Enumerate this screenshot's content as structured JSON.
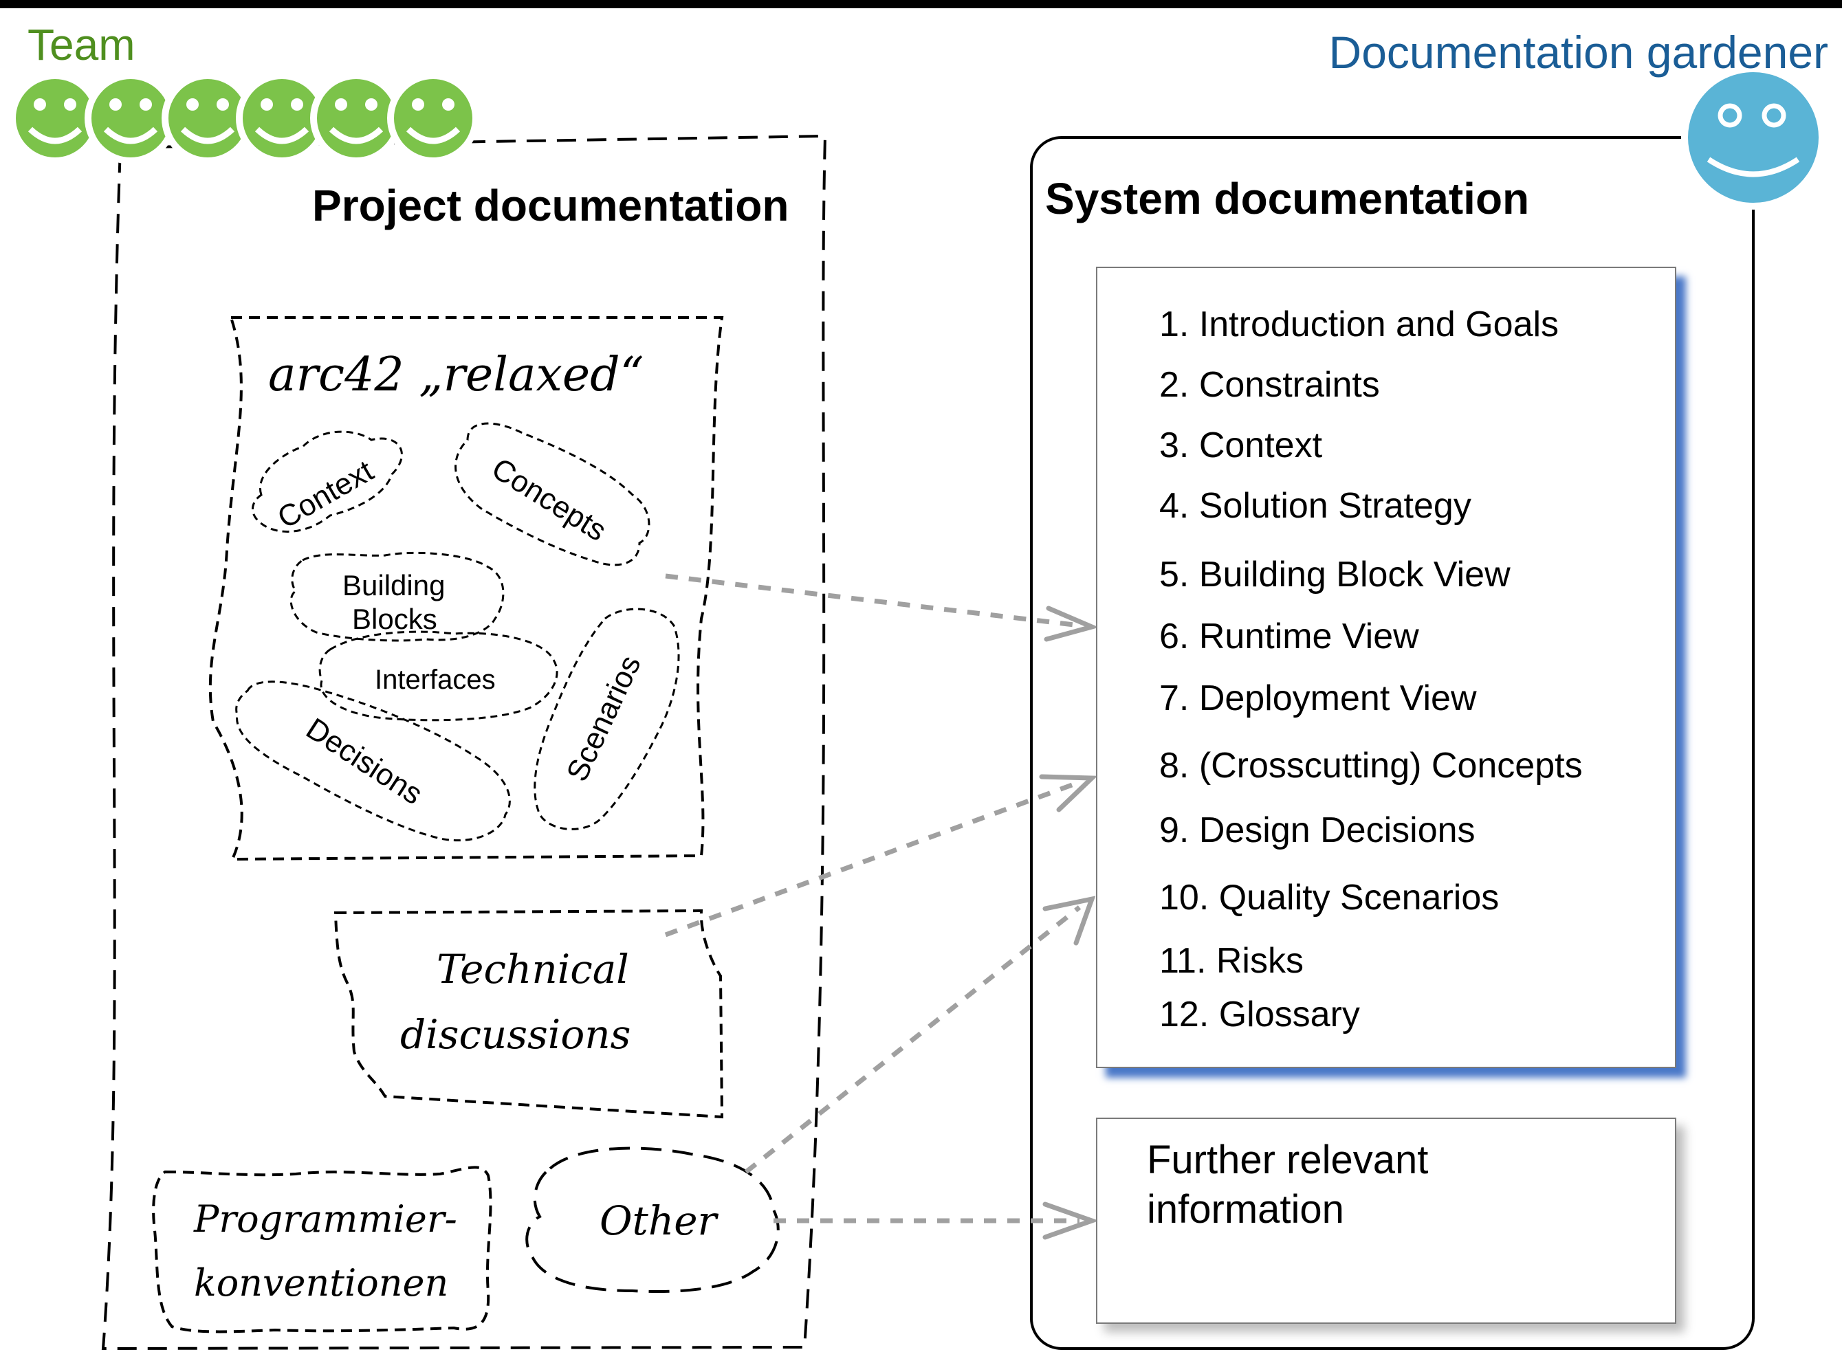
{
  "team": {
    "label": "Team",
    "color": "#4f8f1f",
    "icon": "smiley-face-icon",
    "member_count": 6,
    "face_color": "#7cc34a"
  },
  "gardener": {
    "label": "Documentation gardener",
    "color": "#1a5d96",
    "icon": "smiley-face-icon",
    "face_color": "#5ab4d6"
  },
  "project": {
    "title": "Project documentation",
    "arc42": {
      "title": "arc42 „relaxed“",
      "clouds": {
        "context": "Context",
        "concepts": "Concepts",
        "building_blocks_line1": "Building",
        "building_blocks_line2": "Blocks",
        "interfaces": "Interfaces",
        "decisions": "Decisions",
        "scenarios": "Scenarios"
      }
    },
    "technical_line1": "Technical",
    "technical_line2": "discussions",
    "conventions_line1": "Programmier-",
    "conventions_line2": "konventionen",
    "other": "Other"
  },
  "system": {
    "title": "System documentation",
    "toc": [
      "1. Introduction and Goals",
      "2. Constraints",
      "3. Context",
      "4. Solution Strategy",
      "5. Building Block View",
      "6. Runtime View",
      "7. Deployment View",
      "8. (Crosscutting) Concepts",
      "9. Design Decisions",
      "10. Quality Scenarios",
      "11. Risks",
      "12. Glossary"
    ],
    "further_line1": "Further relevant",
    "further_line2": "information",
    "toc_shadow_color": "#4a78c8"
  },
  "arrow_color": "#a0a0a0"
}
